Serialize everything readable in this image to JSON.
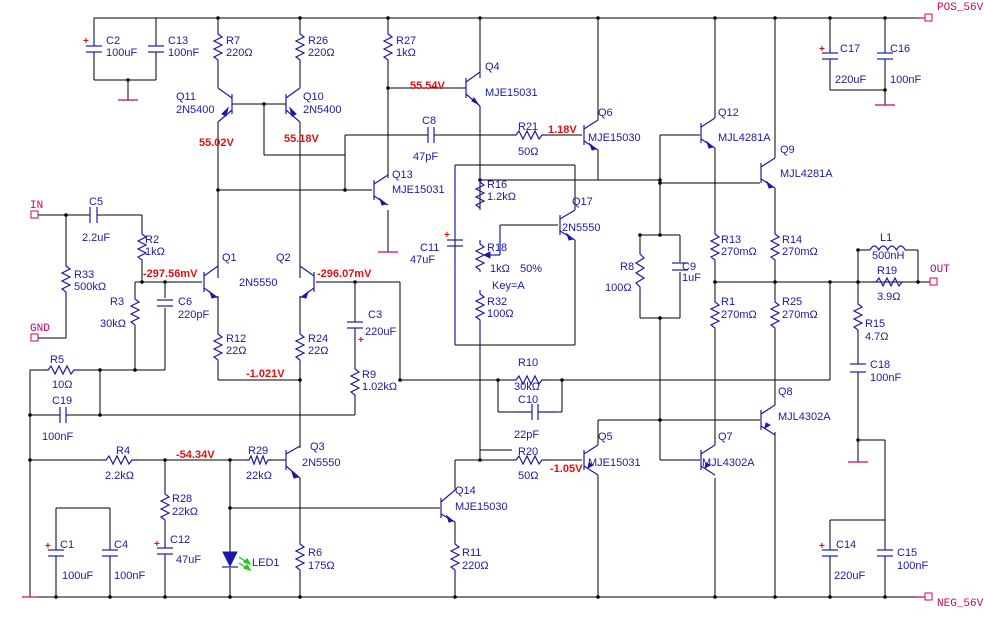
{
  "nets": {
    "pos": "POS_56V",
    "neg": "NEG_56V",
    "in": "IN",
    "gnd": "GND",
    "out": "OUT"
  },
  "caps": {
    "c2": {
      "ref": "C2",
      "val": "100uF"
    },
    "c13": {
      "ref": "C13",
      "val": "100nF"
    },
    "c17": {
      "ref": "C17",
      "val": "220uF"
    },
    "c16": {
      "ref": "C16",
      "val": "100nF"
    },
    "c8": {
      "ref": "C8",
      "val": "47pF"
    },
    "c5": {
      "ref": "C5",
      "val": "2.2uF"
    },
    "c6": {
      "ref": "C6",
      "val": "220pF"
    },
    "c3": {
      "ref": "C3",
      "val": "220uF"
    },
    "c11": {
      "ref": "C11",
      "val": "47uF"
    },
    "c9": {
      "ref": "C9",
      "val": "1uF"
    },
    "c19": {
      "ref": "C19",
      "val": "100nF"
    },
    "c10": {
      "ref": "C10",
      "val": "22pF"
    },
    "c18": {
      "ref": "C18",
      "val": "100nF"
    },
    "c1": {
      "ref": "C1",
      "val": "100uF"
    },
    "c4": {
      "ref": "C4",
      "val": "100nF"
    },
    "c12": {
      "ref": "C12",
      "val": "47uF"
    },
    "c14": {
      "ref": "C14",
      "val": "220uF"
    },
    "c15": {
      "ref": "C15",
      "val": "100nF"
    }
  },
  "res": {
    "r7": {
      "ref": "R7",
      "val": "220Ω"
    },
    "r26": {
      "ref": "R26",
      "val": "220Ω"
    },
    "r27": {
      "ref": "R27",
      "val": "1kΩ"
    },
    "r21": {
      "ref": "R21",
      "val": "50Ω"
    },
    "r16": {
      "ref": "R16",
      "val": "1.2kΩ"
    },
    "r18": {
      "ref": "R18",
      "val": "1kΩ",
      "pct": "50%",
      "key": "Key=A"
    },
    "r32": {
      "ref": "R32",
      "val": "100Ω"
    },
    "r2": {
      "ref": "R2",
      "val": "1kΩ"
    },
    "r33": {
      "ref": "R33",
      "val": "500kΩ"
    },
    "r3": {
      "ref": "R3",
      "val": "30kΩ"
    },
    "r12": {
      "ref": "R12",
      "val": "22Ω"
    },
    "r24": {
      "ref": "R24",
      "val": "22Ω"
    },
    "r9": {
      "ref": "R9",
      "val": "1.02kΩ"
    },
    "r8": {
      "ref": "R8",
      "val": "100Ω"
    },
    "r13": {
      "ref": "R13",
      "val": "270mΩ"
    },
    "r14": {
      "ref": "R14",
      "val": "270mΩ"
    },
    "r1": {
      "ref": "R1",
      "val": "270mΩ"
    },
    "r25": {
      "ref": "R25",
      "val": "270mΩ"
    },
    "r19": {
      "ref": "R19",
      "val": "3.9Ω"
    },
    "r15": {
      "ref": "R15",
      "val": "4.7Ω"
    },
    "r5": {
      "ref": "R5",
      "val": "10Ω"
    },
    "r10": {
      "ref": "R10",
      "val": "30kΩ"
    },
    "r20": {
      "ref": "R20",
      "val": "50Ω"
    },
    "r4": {
      "ref": "R4",
      "val": "2.2kΩ"
    },
    "r29": {
      "ref": "R29",
      "val": "22kΩ"
    },
    "r28": {
      "ref": "R28",
      "val": "22kΩ"
    },
    "r11": {
      "ref": "R11",
      "val": "220Ω"
    },
    "r6": {
      "ref": "R6",
      "val": "175Ω"
    }
  },
  "ind": {
    "l1": {
      "ref": "L1",
      "val": "500nH"
    }
  },
  "trans": {
    "q11": {
      "ref": "Q11",
      "part": "2N5400"
    },
    "q10": {
      "ref": "Q10",
      "part": "2N5400"
    },
    "q4": {
      "ref": "Q4",
      "part": "MJE15031"
    },
    "q6": {
      "ref": "Q6",
      "part": "MJE15030"
    },
    "q12": {
      "ref": "Q12",
      "part": "MJL4281A"
    },
    "q9": {
      "ref": "Q9",
      "part": "MJL4281A"
    },
    "q13": {
      "ref": "Q13",
      "part": "MJE15031"
    },
    "q17": {
      "ref": "Q17",
      "part": "2N5550"
    },
    "q1": {
      "ref": "Q1",
      "part": "2N5550"
    },
    "q2": {
      "ref": "Q2"
    },
    "q8": {
      "ref": "Q8",
      "part": "MJL4302A"
    },
    "q5": {
      "ref": "Q5",
      "part": "MJE15031"
    },
    "q7": {
      "ref": "Q7",
      "part": "MJL4302A"
    },
    "q3": {
      "ref": "Q3",
      "part": "2N5550"
    },
    "q14": {
      "ref": "Q14",
      "part": "MJE15030"
    }
  },
  "led": {
    "ref": "LED1"
  },
  "probes": {
    "v1": "55.54V",
    "v2": "55.02V",
    "v3": "55.18V",
    "v4": "1.18V",
    "v5": "-297.56mV",
    "v6": "-296.07mV",
    "v7": "-1.021V",
    "v8": "-54.34V",
    "v9": "-1.05V"
  },
  "colors": {
    "wire": "#000000",
    "component": "#1a1aa8",
    "probe": "#e01010",
    "net": "#d0006a",
    "led": "#1ec81e"
  }
}
